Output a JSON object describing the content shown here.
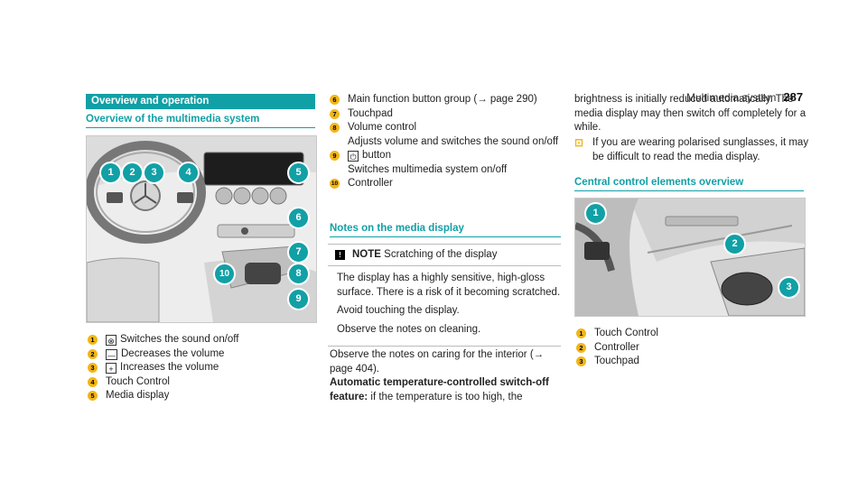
{
  "header": {
    "title": "Multimedia system",
    "page_number": "287"
  },
  "section_title": "Overview and operation",
  "overview": {
    "heading": "Overview of the multimedia system",
    "callouts": [
      "1",
      "2",
      "3",
      "4",
      "5",
      "6",
      "7",
      "8",
      "9",
      "10"
    ],
    "items": [
      {
        "num": "1",
        "symbol": "⊗",
        "text": "Switches the sound on/off"
      },
      {
        "num": "2",
        "symbol": "—",
        "text": "Decreases the volume"
      },
      {
        "num": "3",
        "symbol": "+",
        "text": "Increases the volume"
      },
      {
        "num": "4",
        "text": "Touch Control"
      },
      {
        "num": "5",
        "text": "Media display"
      }
    ]
  },
  "col2_items": [
    {
      "num": "6",
      "text": "Main function button group (→ page 290)"
    },
    {
      "num": "7",
      "text": "Touchpad"
    },
    {
      "num": "8",
      "text": "Volume control",
      "desc": "Adjusts volume and switches the sound on/off"
    },
    {
      "num": "9",
      "symbol": "⏻",
      "text": "button",
      "desc": "Switches multimedia system on/off"
    },
    {
      "num": "10",
      "text": "Controller"
    }
  ],
  "notes": {
    "heading": "Notes on the media display",
    "note_label": "NOTE",
    "note_title": "Scratching of the display",
    "paragraphs": [
      "The display has a highly sensitive, high-gloss surface. There is a risk of it becoming scratched.",
      "Avoid touching the display.",
      "Observe the notes on cleaning."
    ],
    "observe_text": "Observe the notes on caring for the interior (→ page 404).",
    "auto_label": "Automatic temperature-controlled switch-off feature:",
    "auto_text": "if the temperature is too high, the"
  },
  "col3": {
    "continued_text": "brightness is initially reduced automatically. The media display may then switch off completely for a while.",
    "tip_text": "If you are wearing polarised sunglasses, it may be difficult to read the media display.",
    "central_heading": "Central control elements overview",
    "callouts": [
      "1",
      "2",
      "3"
    ],
    "items": [
      {
        "num": "1",
        "text": "Touch Control"
      },
      {
        "num": "2",
        "text": "Controller"
      },
      {
        "num": "3",
        "text": "Touchpad"
      }
    ]
  },
  "colors": {
    "accent": "#11a0a6",
    "bullet": "#f2b619"
  }
}
